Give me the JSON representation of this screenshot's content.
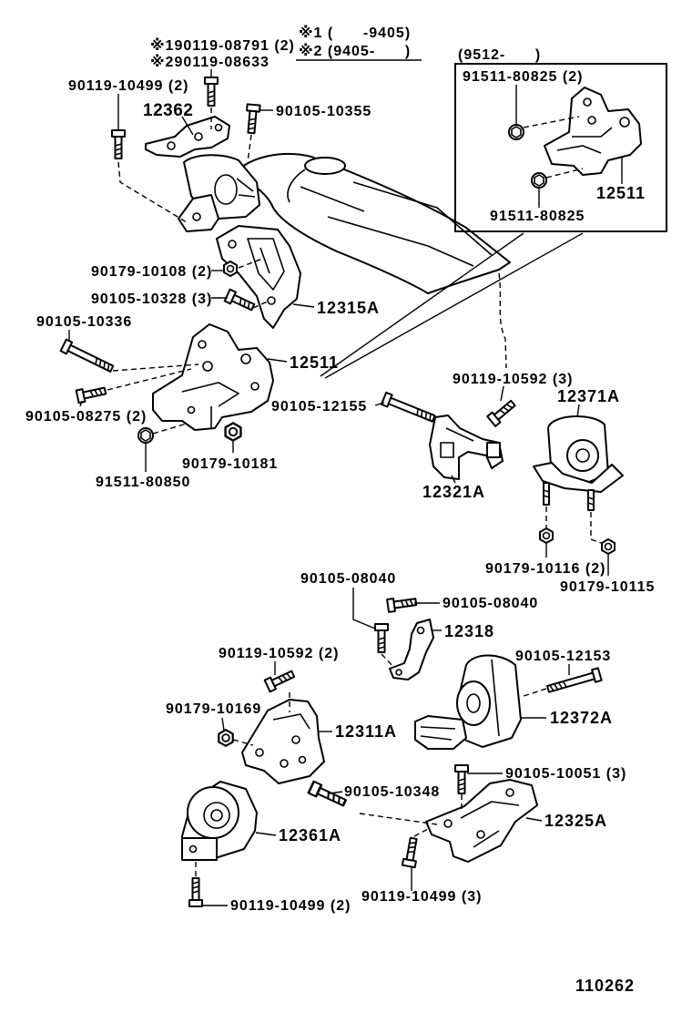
{
  "legend": {
    "line1": "※1 (      -9405)",
    "line2": "※2 (9405-      )"
  },
  "inset": {
    "period": "(9512-      )",
    "nut_pair_label": "91511-80825 (2)",
    "bracket_label": "12511",
    "nut_label": "91511-80825"
  },
  "part_labels": [
    "12362",
    "12315A",
    "12511",
    "12371A",
    "12321A",
    "12318",
    "12372A",
    "12311A",
    "12361A",
    "12325A"
  ],
  "fastener_labels": [
    "※190119-08791 (2)",
    "※290119-08633",
    "90119-10499 (2)",
    "90105-10355",
    "90179-10108 (2)",
    "90105-10328 (3)",
    "90105-10336",
    "90105-08275 (2)",
    "90179-10181",
    "91511-80850",
    "90119-10592 (3)",
    "90105-12155",
    "90179-10116 (2)",
    "90179-10115",
    "90105-08040",
    "90105-08040",
    "90119-10592 (2)",
    "90105-12153",
    "90179-10169",
    "90105-10051 (3)",
    "90105-10348",
    "90119-10499 (3)",
    "90119-10499 (2)"
  ],
  "figure_number": "110262"
}
